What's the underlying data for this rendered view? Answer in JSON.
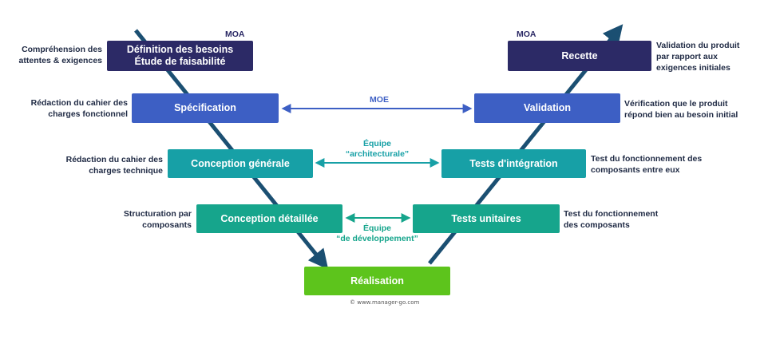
{
  "colors": {
    "navy": "#2c2a66",
    "blue": "#3d5fc4",
    "teal": "#17a0a6",
    "green_teal": "#16a58c",
    "green": "#5dc41c",
    "line_dark": "#1b4f72"
  },
  "left_branch": [
    {
      "label": "Définition des besoins\nÉtude de faisabilité",
      "note": "Compréhension des\nattentes & exigences"
    },
    {
      "label": "Spécification",
      "note": "Rédaction du cahier des\ncharges fonctionnel"
    },
    {
      "label": "Conception générale",
      "note": "Rédaction du cahier des\ncharges technique"
    },
    {
      "label": "Conception détaillée",
      "note": "Structuration par\ncomposants"
    }
  ],
  "right_branch": [
    {
      "label": "Recette",
      "note": "Validation du produit\npar rapport aux\nexigences initiales"
    },
    {
      "label": "Validation",
      "note": "Vérification que le produit\nrépond bien au besoin initial"
    },
    {
      "label": "Tests d'intégration",
      "note": "Test du fonctionnement des\ncomposants entre eux"
    },
    {
      "label": "Tests unitaires",
      "note": "Test du fonctionnement\ndes composants"
    }
  ],
  "bottom": {
    "label": "Réalisation"
  },
  "moa_left": "MOA",
  "moa_right": "MOA",
  "links": [
    {
      "label": "MOE"
    },
    {
      "label": "Équipe\n“architecturale”"
    },
    {
      "label": "Équipe\n“de développement”"
    }
  ],
  "copyright": "© www.manager-go.com"
}
